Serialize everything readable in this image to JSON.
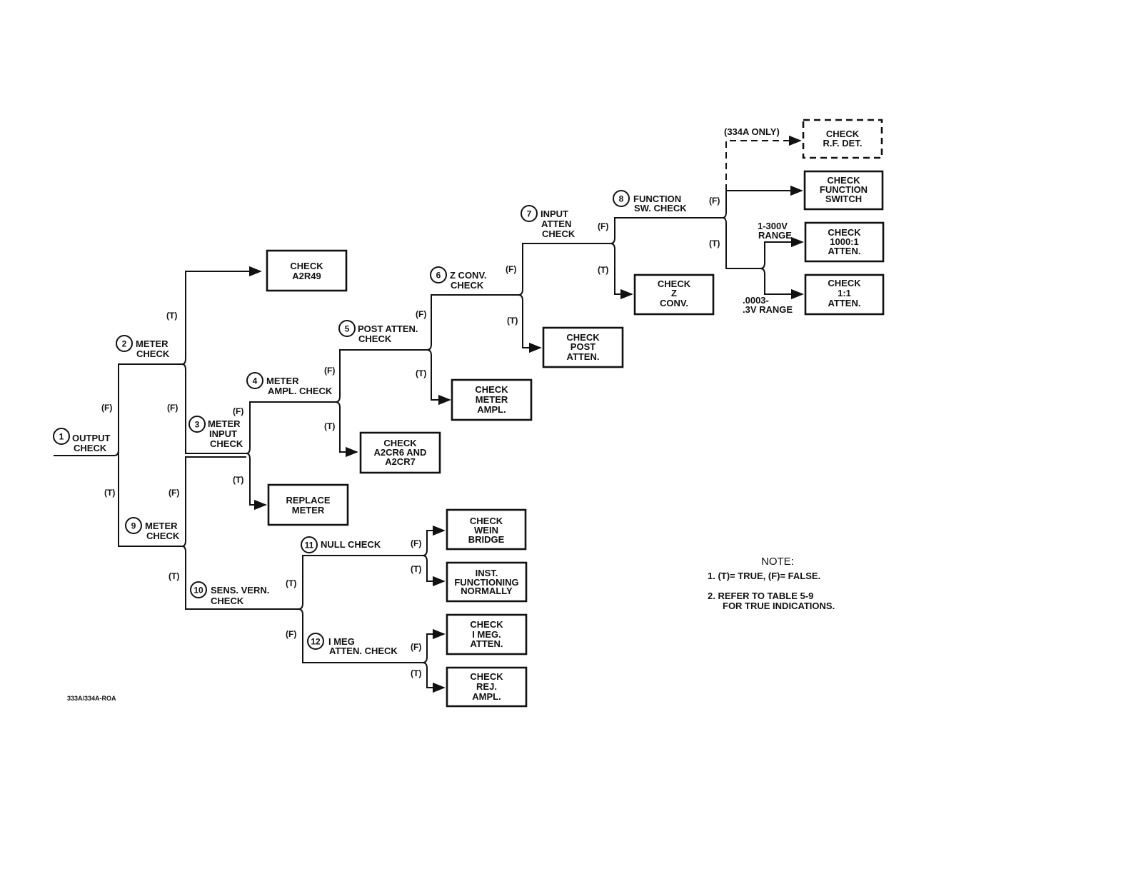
{
  "steps": {
    "s1": {
      "num": "1",
      "line1": "OUTPUT",
      "line2": "CHECK"
    },
    "s2": {
      "num": "2",
      "line1": "METER",
      "line2": "CHECK"
    },
    "s3": {
      "num": "3",
      "line1": "METER",
      "line2": "INPUT",
      "line3": "CHECK"
    },
    "s4": {
      "num": "4",
      "line1": "METER",
      "line2": "AMPL. CHECK"
    },
    "s5": {
      "num": "5",
      "line1": "POST ATTEN.",
      "line2": "CHECK"
    },
    "s6": {
      "num": "6",
      "line1": "Z CONV.",
      "line2": "CHECK"
    },
    "s7": {
      "num": "7",
      "line1": "INPUT",
      "line2": "ATTEN",
      "line3": "CHECK"
    },
    "s8": {
      "num": "8",
      "line1": "FUNCTION",
      "line2": "SW. CHECK"
    },
    "s9": {
      "num": "9",
      "line1": "METER",
      "line2": "CHECK"
    },
    "s10": {
      "num": "10",
      "line1": "SENS. VERN.",
      "line2": "CHECK"
    },
    "s11": {
      "num": "11",
      "line1": "NULL CHECK"
    },
    "s12": {
      "num": "12",
      "line1": "I MEG",
      "line2": "ATTEN. CHECK"
    }
  },
  "boxes": {
    "a2r49": {
      "line1": "CHECK",
      "line2": "A2R49"
    },
    "replace_meter": {
      "line1": "REPLACE",
      "line2": "METER"
    },
    "a2cr6": {
      "line1": "CHECK",
      "line2": "A2CR6 AND",
      "line3": "A2CR7"
    },
    "meter_ampl": {
      "line1": "CHECK",
      "line2": "METER",
      "line3": "AMPL."
    },
    "post_atten": {
      "line1": "CHECK",
      "line2": "POST",
      "line3": "ATTEN."
    },
    "z_conv": {
      "line1": "CHECK",
      "line2": "Z",
      "line3": "CONV."
    },
    "rf_det": {
      "line1": "CHECK",
      "line2": "R.F. DET."
    },
    "function_switch": {
      "line1": "CHECK",
      "line2": "FUNCTION",
      "line3": "SWITCH"
    },
    "atten_1000": {
      "line1": "CHECK",
      "line2": "1000:1",
      "line3": "ATTEN."
    },
    "atten_1": {
      "line1": "CHECK",
      "line2": "1:1",
      "line3": "ATTEN."
    },
    "wein_bridge": {
      "line1": "CHECK",
      "line2": "WEIN",
      "line3": "BRIDGE"
    },
    "inst_normal": {
      "line1": "INST.",
      "line2": "FUNCTIONING",
      "line3": "NORMALLY"
    },
    "meg_atten": {
      "line1": "CHECK",
      "line2": "I MEG.",
      "line3": "ATTEN."
    },
    "rej_ampl": {
      "line1": "CHECK",
      "line2": "REJ.",
      "line3": "AMPL."
    }
  },
  "branch": {
    "t": "(T)",
    "f": "(F)"
  },
  "annotations": {
    "only_334a": "(334A ONLY)",
    "range_300v_1": "1-300V",
    "range_300v_2": "RANGE",
    "range_3v_1": ".0003-",
    "range_3v_2": ".3V RANGE"
  },
  "note": {
    "title": "NOTE:",
    "item1": "1.  (T)= TRUE,  (F)= FALSE.",
    "item2a": "2.  REFER  TO TABLE  5-9",
    "item2b": "FOR TRUE INDICATIONS."
  },
  "figure_id": "333A/334A-ROA"
}
